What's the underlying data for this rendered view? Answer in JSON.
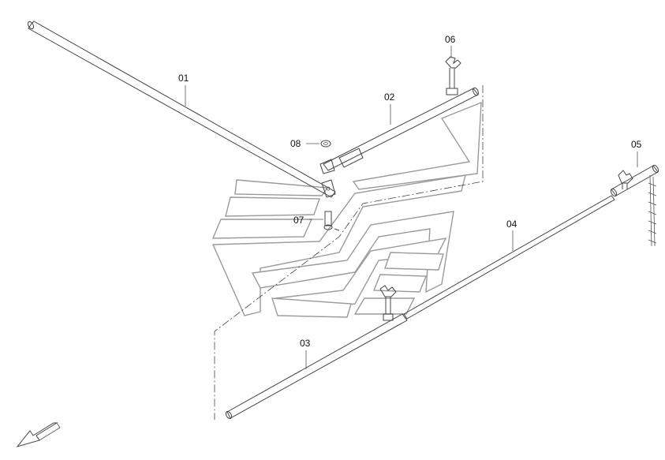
{
  "callouts": {
    "c01": "01",
    "c02": "02",
    "c03": "03",
    "c04": "04",
    "c05": "05",
    "c06": "06",
    "c07": "07",
    "c08": "08"
  },
  "colors": {
    "line": "#444444",
    "logo_outline": "#9a9a9a",
    "background": "#ffffff"
  },
  "icons": {
    "direction_arrow": "arrow-down-left-icon"
  }
}
